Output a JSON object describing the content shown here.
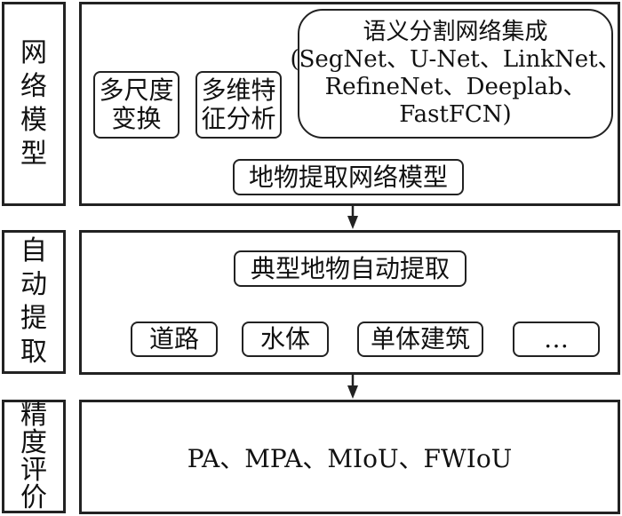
{
  "stages": [
    {
      "label_chars": [
        "网",
        "络",
        "模",
        "型"
      ]
    },
    {
      "label_chars": [
        "自",
        "动",
        "提",
        "取"
      ]
    },
    {
      "label_chars": [
        "精",
        "度",
        "评",
        "价"
      ]
    }
  ],
  "network_model": {
    "multiscale": {
      "lines": [
        "多尺度",
        "变换"
      ]
    },
    "multidim": {
      "lines": [
        "多维特",
        "征分析"
      ]
    },
    "ensemble": {
      "lines": [
        "语义分割网络集成",
        "(SegNet、U-Net、LinkNet、",
        "RefineNet、Deeplab、",
        "FastFCN)"
      ]
    },
    "model_box": "地物提取网络模型"
  },
  "auto_extraction": {
    "main_box": "典型地物自动提取",
    "items": [
      "道路",
      "水体",
      "单体建筑",
      "…"
    ]
  },
  "accuracy": {
    "metrics": "PA、MPA、MIoU、FWIoU"
  },
  "colors": {
    "stroke": "#222222",
    "background": "#ffffff"
  }
}
